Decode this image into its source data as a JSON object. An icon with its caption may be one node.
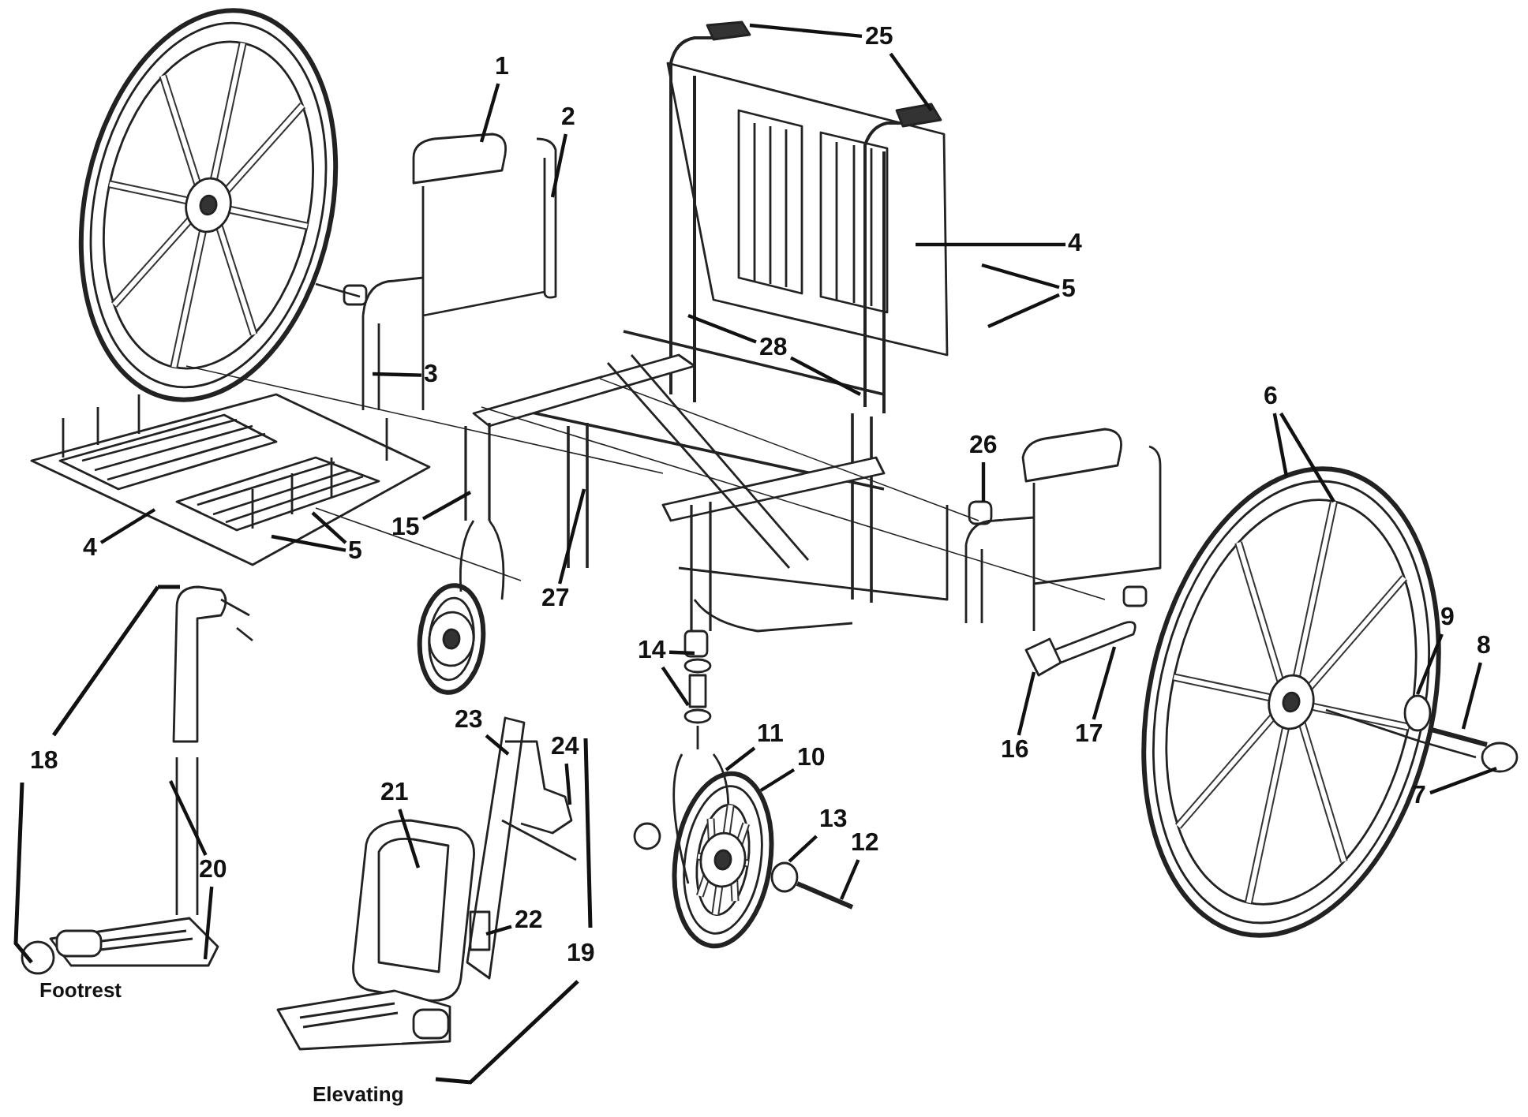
{
  "diagram": {
    "nodes": [
      {
        "text": [
          "1"
        ]
      },
      {
        "text": [
          "2"
        ]
      },
      {
        "text": [
          "25"
        ]
      },
      {
        "text": [
          "4"
        ]
      },
      {
        "text": [
          "5"
        ]
      },
      {
        "text": [
          "3"
        ]
      },
      {
        "text": [
          "28"
        ]
      },
      {
        "text": [
          "6"
        ]
      },
      {
        "text": [
          "26"
        ]
      },
      {
        "text": [
          "4"
        ]
      },
      {
        "text": [
          "5"
        ]
      },
      {
        "text": [
          "15"
        ]
      },
      {
        "text": [
          "27"
        ]
      },
      {
        "text": [
          "14"
        ]
      },
      {
        "text": [
          "16"
        ]
      },
      {
        "text": [
          "17"
        ]
      },
      {
        "text": [
          "9"
        ]
      },
      {
        "text": [
          "8"
        ]
      },
      {
        "text": [
          "11"
        ]
      },
      {
        "text": [
          "10"
        ]
      },
      {
        "text": [
          "13"
        ]
      },
      {
        "text": [
          "12"
        ]
      },
      {
        "text": [
          "7"
        ]
      },
      {
        "text": [
          "18"
        ]
      },
      {
        "text": [
          "20"
        ]
      },
      {
        "text": [
          "23"
        ]
      },
      {
        "text": [
          "24"
        ]
      },
      {
        "text": [
          "21"
        ]
      },
      {
        "text": [
          "22"
        ]
      },
      {
        "text": [
          "19"
        ]
      }
    ],
    "edges": [
      {
        "from": 0,
        "to": null,
        "arrow": "none"
      },
      {
        "from": 1,
        "to": null,
        "arrow": "none"
      },
      {
        "from": 2,
        "to": null,
        "arrow": "none"
      },
      {
        "from": 2,
        "to": null,
        "arrow": "none"
      },
      {
        "from": 3,
        "to": null,
        "arrow": "none"
      },
      {
        "from": 4,
        "to": null,
        "arrow": "none"
      },
      {
        "from": 4,
        "to": null,
        "arrow": "none"
      },
      {
        "from": 5,
        "to": null,
        "arrow": "none"
      },
      {
        "from": 6,
        "to": null,
        "arrow": "none"
      },
      {
        "from": 6,
        "to": null,
        "arrow": "none"
      },
      {
        "from": 7,
        "to": null,
        "arrow": "none"
      },
      {
        "from": 7,
        "to": null,
        "arrow": "none"
      },
      {
        "from": 8,
        "to": null,
        "arrow": "none"
      },
      {
        "from": 9,
        "to": null,
        "arrow": "none"
      },
      {
        "from": 10,
        "to": null,
        "arrow": "none"
      },
      {
        "from": 10,
        "to": null,
        "arrow": "none"
      },
      {
        "from": 11,
        "to": null,
        "arrow": "none"
      },
      {
        "from": 12,
        "to": null,
        "arrow": "none"
      },
      {
        "from": 13,
        "to": null,
        "arrow": "none"
      },
      {
        "from": 13,
        "to": null,
        "arrow": "none"
      },
      {
        "from": 14,
        "to": null,
        "arrow": "none"
      },
      {
        "from": 15,
        "to": null,
        "arrow": "none"
      },
      {
        "from": 16,
        "to": null,
        "arrow": "none"
      },
      {
        "from": 17,
        "to": null,
        "arrow": "none"
      },
      {
        "from": 18,
        "to": null,
        "arrow": "none"
      },
      {
        "from": 19,
        "to": null,
        "arrow": "none"
      },
      {
        "from": 20,
        "to": null,
        "arrow": "none"
      },
      {
        "from": 21,
        "to": null,
        "arrow": "none"
      },
      {
        "from": 22,
        "to": null,
        "arrow": "none"
      },
      {
        "from": 24,
        "to": null,
        "arrow": "none"
      },
      {
        "from": 24,
        "to": null,
        "arrow": "none"
      },
      {
        "from": 25,
        "to": null,
        "arrow": "none"
      },
      {
        "from": 26,
        "to": null,
        "arrow": "none"
      },
      {
        "from": 27,
        "to": null,
        "arrow": "none"
      },
      {
        "from": 28,
        "to": null,
        "arrow": "none"
      }
    ],
    "labels": [
      "Footrest",
      "Elevating"
    ]
  }
}
